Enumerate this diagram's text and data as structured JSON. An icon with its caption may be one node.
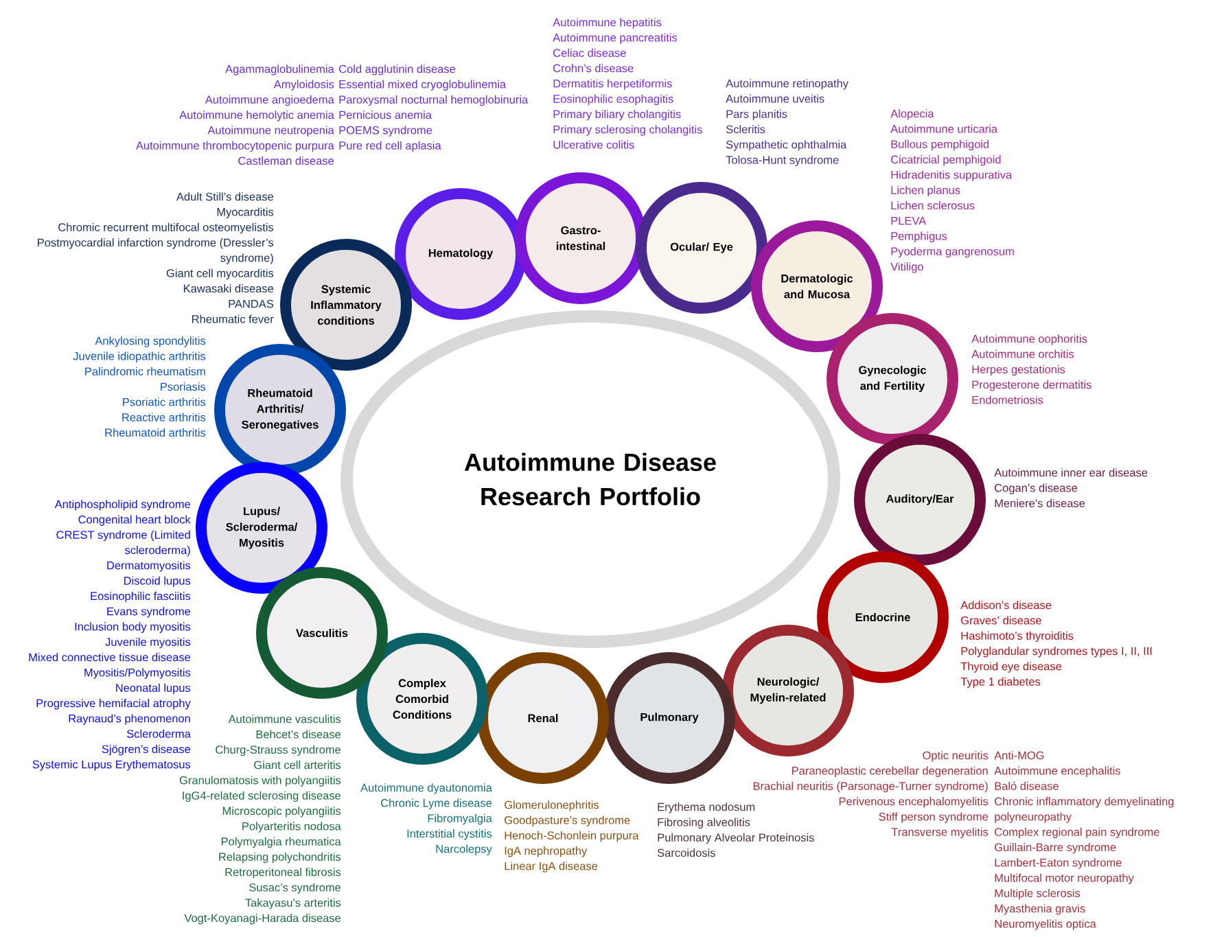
{
  "diagram": {
    "nodes": [
      {
        "text": [
          "Autoimmune Disease Research Portfolio"
        ]
      },
      {
        "text": [
          "Systemic Inflammatory conditions"
        ],
        "beside": [
          "Adult Still’s disease",
          "Myocarditis",
          "Chromic recurrent multifocal osteomyelistis",
          "Postmyocardial infarction syndrome (Dressler’s syndrome)",
          "Giant cell myocarditis",
          "Kawasaki disease",
          "PANDAS",
          "Rheumatic fever"
        ]
      },
      {
        "text": [
          "Hematology"
        ],
        "beside": [
          "Agammaglobulinemia",
          "Amyloidosis",
          "Autoimmune angioedema",
          "Autoimmune hemolytic anemia",
          "Autoimmune neutropenia",
          "Autoimmune thrombocytopenic purpura",
          "Castleman disease",
          "Cold agglutinin disease",
          "Essential mixed cryoglobulinemia",
          "Paroxysmal nocturnal hemoglobinuria",
          "Pernicious anemia",
          "POEMS syndrome",
          "Pure red cell aplasia"
        ]
      },
      {
        "text": [
          "Gastro-intestinal"
        ],
        "beside": [
          "Autoimmune hepatitis",
          "Autoimmune pancreatitis",
          "Celiac disease",
          "Crohn’s disease",
          "Dermatitis herpetiformis",
          "Eosinophilic esophagitis",
          "Primary biliary cholangitis",
          "Primary sclerosing cholangitis",
          "Ulcerative colitis"
        ]
      },
      {
        "text": [
          "Ocular/ Eye"
        ],
        "beside": [
          "Autoimmune retinopathy",
          "Autoimmune uveitis",
          "Pars planitis",
          "Scleritis",
          "Sympathetic ophthalmia",
          "Tolosa-Hunt syndrome"
        ]
      },
      {
        "text": [
          "Dermatologic and Mucosa"
        ],
        "beside": [
          "Alopecia",
          "Autoimmune urticaria",
          "Bullous pemphigoid",
          "Cicatricial pemphigoid",
          "Hidradenitis suppurativa",
          "Lichen planus",
          "Lichen sclerosus",
          "PLEVA",
          "Pemphigus",
          "Pyoderma gangrenosum",
          "Vitiligo"
        ]
      },
      {
        "text": [
          "Gynecologic and Fertility"
        ],
        "beside": [
          "Autoimmune oophoritis",
          "Autoimmune orchitis",
          "Herpes gestationis",
          "Progesterone dermatitis",
          "Endometriosis"
        ]
      },
      {
        "text": [
          "Auditory/Ear"
        ],
        "beside": [
          "Autoimmune inner ear disease",
          "Cogan’s disease",
          "Meniere’s disease"
        ]
      },
      {
        "text": [
          "Endocrine"
        ],
        "beside": [
          "Addison’s disease",
          "Graves’ disease",
          "Hashimoto’s thyroiditis",
          "Polyglandular syndromes types I, II, III",
          "Thyroid eye disease",
          "Type 1 diabetes"
        ]
      },
      {
        "text": [
          "Neurologic/ Myelin-related"
        ],
        "beside": [
          "Optic neuritis",
          "Paraneoplastic cerebellar degeneration",
          "Brachial neuritis (Parsonage-Turner syndrome)",
          "Perivenous encephalomyelitis",
          "Stiff person syndrome",
          "Transverse myelitis",
          "Anti-MOG",
          "Autoimmune encephalitis",
          "Baló disease",
          "Chronic inflammatory demyelinating polyneuropathy",
          "Complex regional pain syndrome",
          "Guillain-Barre syndrome",
          "Lambert-Eaton syndrome",
          "Multifocal motor neuropathy",
          "Multiple sclerosis",
          "Myasthenia gravis",
          "Neuromyelitis optica"
        ]
      },
      {
        "text": [
          "Pulmonary"
        ],
        "beside": [
          "Erythema nodosum",
          "Fibrosing alveolitis",
          "Pulmonary Alveolar Proteinosis",
          "Sarcoidosis"
        ]
      },
      {
        "text": [
          "Renal"
        ],
        "beside": [
          "Glomerulonephritis",
          "Goodpasture’s syndrome",
          "Henoch-Schonlein purpura",
          "IgA nephropathy",
          "Linear IgA disease"
        ]
      },
      {
        "text": [
          "Complex Comorbid Conditions"
        ],
        "beside": [
          "Autoimmune dyautonomia",
          "Chronic Lyme disease",
          "Fibromyalgia",
          "Interstitial cystitis",
          "Narcolepsy"
        ]
      },
      {
        "text": [
          "Vasculitis"
        ],
        "beside": [
          "Autoimmune vasculitis",
          "Behcet’s disease",
          "Churg-Strauss syndrome",
          "Giant cell arteritis",
          "Granulomatosis with polyangiitis",
          "IgG4-related sclerosing disease",
          "Microscopic polyangiitis",
          "Polyarteritis nodosa",
          "Polymyalgia rheumatica",
          "Relapsing polychondritis",
          "Retroperitoneal fibrosis",
          "Susac’s syndrome",
          "Takayasu’s arteritis",
          "Vogt-Koyanagi-Harada disease"
        ]
      },
      {
        "text": [
          "Lupus/ Scleroderma/ Myositis"
        ],
        "beside": [
          "Antiphospholipid syndrome",
          "Congenital heart block",
          "CREST syndrome (Limited scleroderma)",
          "Dermatomyositis",
          "Discoid lupus",
          "Eosinophilic fasciitis",
          "Evans syndrome",
          "Inclusion body myositis",
          "Juvenile myositis",
          "Mixed connective tissue disease",
          "Myositis/Polymyositis",
          "Neonatal lupus",
          "Progressive hemifacial atrophy",
          "Raynaud’s phenomenon",
          "Scleroderma",
          "Sjögren’s disease",
          "Systemic Lupus Erythematosus"
        ]
      },
      {
        "text": [
          "Rheumatoid Arthritis/ Seronegatives"
        ],
        "beside": [
          "Ankylosing spondylitis",
          "Juvenile idiopathic arthritis",
          "Palindromic rheumatism",
          "Psoriasis",
          "Psoriatic arthritis",
          "Reactive arthritis",
          "Rheumatoid arthritis"
        ]
      }
    ]
  }
}
